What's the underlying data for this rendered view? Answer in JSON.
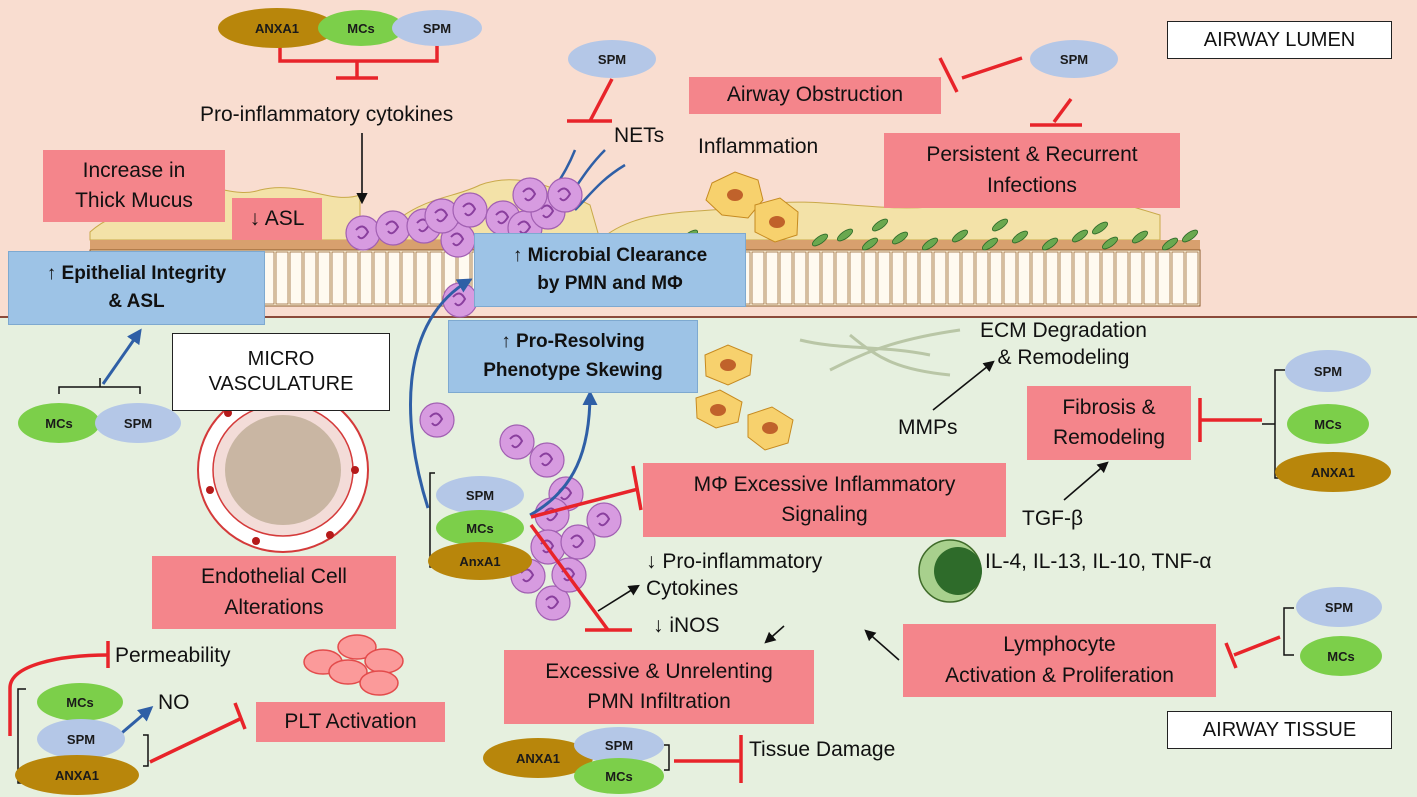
{
  "regions": {
    "airway_lumen": "AIRWAY LUMEN",
    "airway_tissue": "AIRWAY TISSUE",
    "micro_vasculature": "MICRO\nVASCULATURE"
  },
  "mediators": {
    "spm": "SPM",
    "mcs": "MCs",
    "anxa1": "ANXA1",
    "anxa1_mixed": "AnxA1"
  },
  "pathology": {
    "thick_mucus": "Increase in\nThick Mucus",
    "asl": "↓ ASL",
    "airway_obstruction": "Airway Obstruction",
    "infections": "Persistent & Recurrent\nInfections",
    "macrophage_signaling": "MΦ Excessive Inflammatory\nSignaling",
    "fibrosis": "Fibrosis &\nRemodeling",
    "endothelial": "Endothelial Cell\nAlterations",
    "lymphocyte": "Lymphocyte\nActivation & Proliferation",
    "plt_activation": "PLT Activation",
    "pmn_infiltration": "Excessive & Unrelenting\nPMN Infiltration"
  },
  "resolution": {
    "epithelial": "↑ Epithelial Integrity\n& ASL",
    "microbial": "↑ Microbial Clearance\nby PMN and MΦ",
    "phenotype": "↑ Pro-Resolving\nPhenotype Skewing"
  },
  "labels": {
    "cytokines_top": "Pro-inflammatory cytokines",
    "nets": "NETs",
    "inflammation": "Inflammation",
    "ecm": "ECM Degradation\n& Remodeling",
    "mmps": "MMPs",
    "tgf": "TGF-β",
    "il": "IL-4, IL-13, IL-10, TNF-α",
    "proinf_cytokines": "↓ Pro-inflammatory\nCytokines",
    "inos": "↓ iNOS",
    "permeability": "Permeability",
    "no": "NO",
    "tissue_damage": "Tissue Damage"
  },
  "colors": {
    "lumen": "#f9ddd0",
    "tissue": "#e6f0df",
    "pathology_box": "#f4858b",
    "resolution_box": "#9dc3e6",
    "spm": "#b4c7e7",
    "mcs": "#7ccf4a",
    "anxa1": "#b8860b",
    "inhibit": "#e8242a",
    "promote_arrow": "#2f5fa6"
  }
}
